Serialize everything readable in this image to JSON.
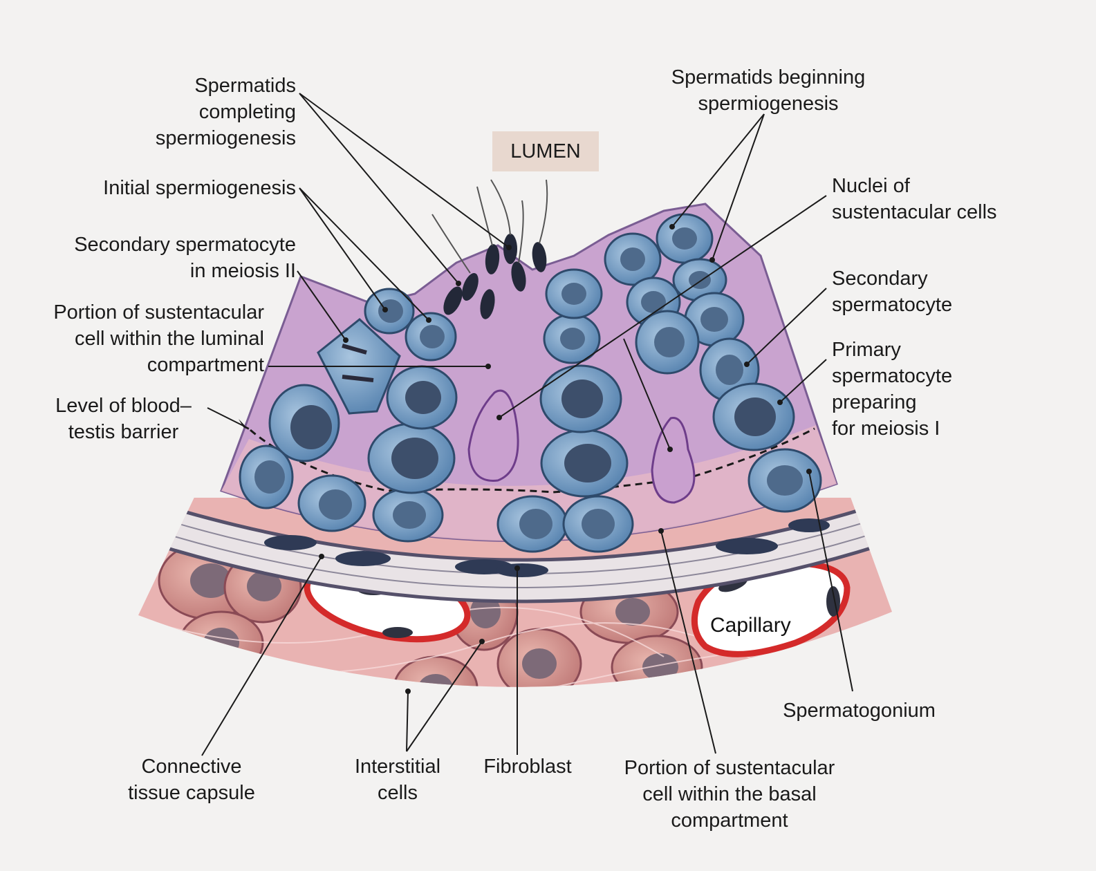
{
  "diagram": {
    "center_label": "LUMEN",
    "capillary_label": "Capillary",
    "labels": {
      "spermatids_completing": [
        "Spermatids",
        "completing",
        "spermiogenesis"
      ],
      "initial_spermiogenesis": [
        "Initial spermiogenesis"
      ],
      "secondary_spermatocyte_meiosis": [
        "Secondary spermatocyte",
        "in meiosis II"
      ],
      "sustentacular_luminal": [
        "Portion of sustentacular",
        "cell within the luminal",
        "compartment"
      ],
      "blood_testis_barrier": [
        "Level of blood–",
        "testis barrier"
      ],
      "spermatids_beginning": [
        "Spermatids beginning",
        "spermiogenesis"
      ],
      "nuclei_sustentacular": [
        "Nuclei of",
        "sustentacular cells"
      ],
      "secondary_spermatocyte": [
        "Secondary",
        "spermatocyte"
      ],
      "primary_spermatocyte": [
        "Primary",
        "spermatocyte",
        "preparing",
        "for meiosis I"
      ],
      "spermatogonium": [
        "Spermatogonium"
      ],
      "connective_tissue": [
        "Connective",
        "tissue capsule"
      ],
      "interstitial_cells": [
        "Interstitial",
        "cells"
      ],
      "fibroblast": [
        "Fibroblast"
      ],
      "sustentacular_basal": [
        "Portion of sustentacular",
        "cell within the basal",
        "compartment"
      ]
    },
    "colors": {
      "epithelium": "#c9a3cf",
      "basal_zone": "#e2b6c6",
      "germ_cell": "#6f9ac2",
      "germ_cell_nucleus": "#3d4f6b",
      "interstitial": "#d99c96",
      "capillary_wall": "#d42a2a",
      "capsule": "#e9e3e6",
      "label_box": "#e8d8cf"
    }
  }
}
